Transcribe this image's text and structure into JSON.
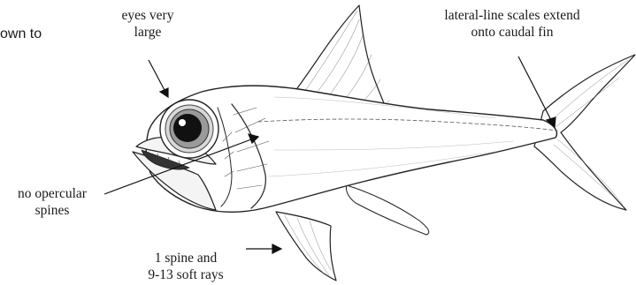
{
  "labels": {
    "partial_text": "own to",
    "eyes": [
      "eyes very",
      "large"
    ],
    "lateral_line": [
      "lateral-line scales extend",
      "onto caudal fin"
    ],
    "opercular": [
      "no opercular",
      "spines"
    ],
    "anal_fin": [
      "1 spine and",
      "9-13 soft rays"
    ]
  }
}
